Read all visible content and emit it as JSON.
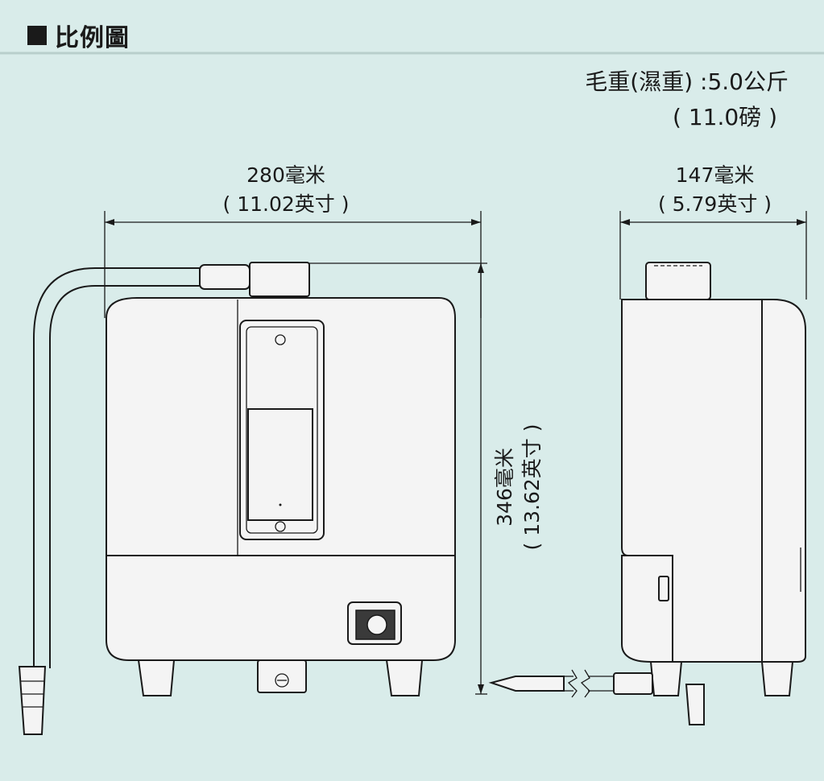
{
  "header": {
    "title": "比例圖"
  },
  "weight": {
    "line1": "毛重(濕重) :5.0公斤",
    "line2": "( 11.0磅 )"
  },
  "dimensions": {
    "width": {
      "metric": "280毫米",
      "imperial": "( 11.02英寸 )"
    },
    "depth": {
      "metric": "147毫米",
      "imperial": "( 5.79英寸 )"
    },
    "height": {
      "metric": "346毫米",
      "imperial": "( 13.62英寸 )"
    }
  },
  "colors": {
    "background": "#d9ecea",
    "line": "#1a1a1a",
    "fill": "#f4f4f4"
  }
}
